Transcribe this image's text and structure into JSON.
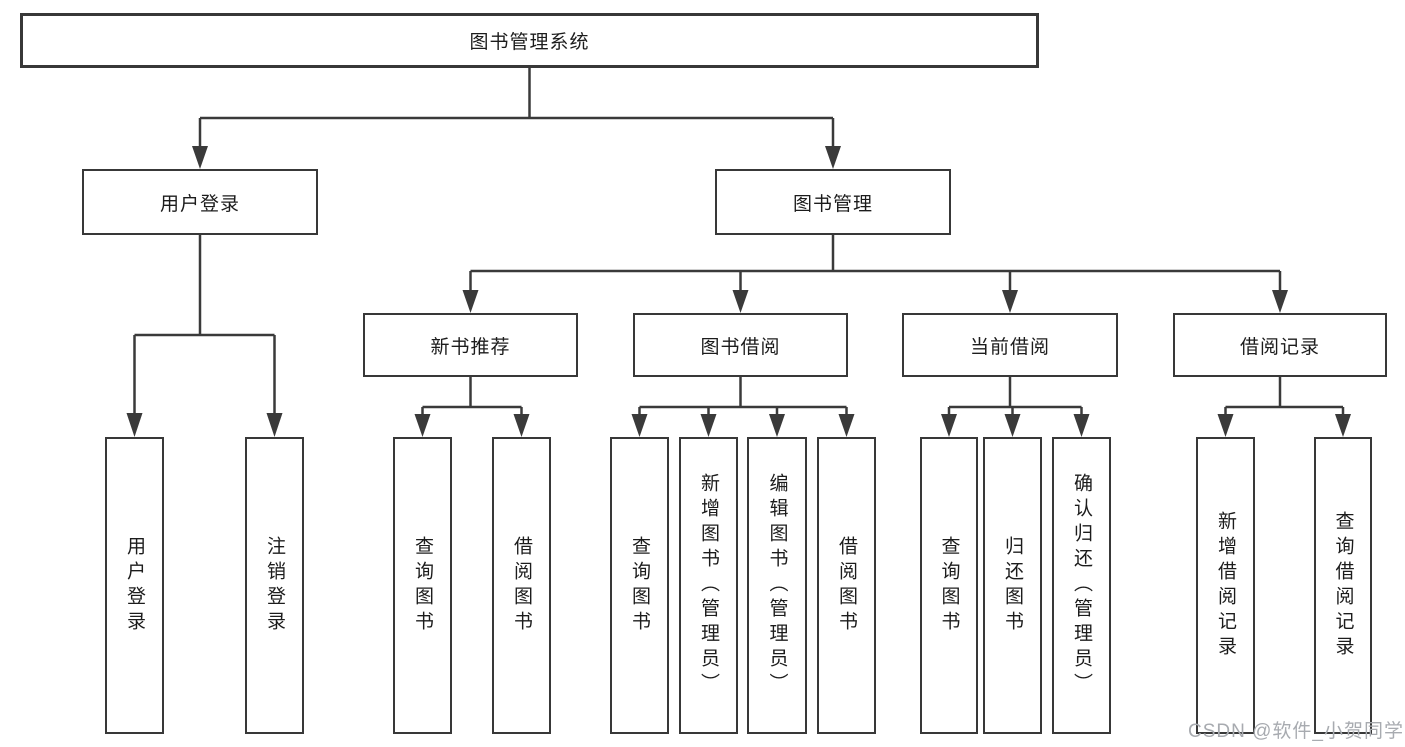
{
  "diagram": {
    "root": {
      "label": "图书管理系统"
    },
    "level2": {
      "user_login": {
        "label": "用户登录"
      },
      "book_mgmt": {
        "label": "图书管理"
      }
    },
    "level3": {
      "new_book": {
        "label": "新书推荐"
      },
      "book_borrow": {
        "label": "图书借阅"
      },
      "current_borrow": {
        "label": "当前借阅"
      },
      "borrow_record": {
        "label": "借阅记录"
      }
    },
    "leaves": {
      "user_login": [
        "用户登录",
        "注销登录"
      ],
      "new_book": [
        "查询图书",
        "借阅图书"
      ],
      "book_borrow": [
        "查询图书",
        "新增图书︵管理员︶",
        "编辑图书︵管理员︶",
        "借阅图书"
      ],
      "current_borrow": [
        "查询图书",
        "归还图书",
        "确认归还︵管理员︶"
      ],
      "borrow_record": [
        "新增借阅记录",
        "查询借阅记录"
      ]
    },
    "watermark": "CSDN @软件_小贺同学",
    "colors": {
      "line": "#3a3a3a",
      "border": "#383838",
      "text": "#1c1c1c",
      "watermark": "#a8abb0",
      "background": "#ffffff"
    }
  }
}
